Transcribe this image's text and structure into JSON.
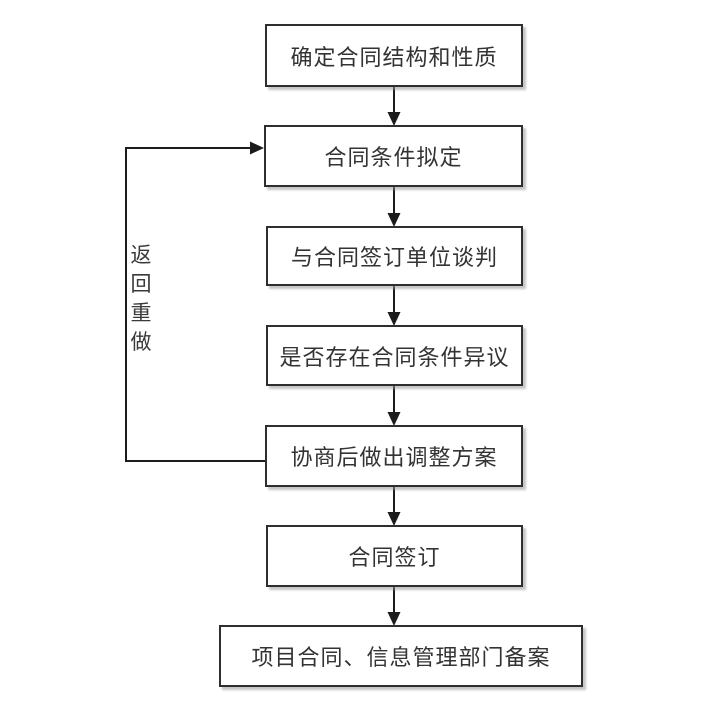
{
  "page": {
    "background": "#ffffff",
    "type": "flowchart"
  },
  "colors": {
    "box_fill": "#ffffff",
    "box_border": "#2e2e2e",
    "box_shadow": "#969696",
    "connector": "#1c1c1c",
    "text": "#333333"
  },
  "flowchart": {
    "nodes": [
      {
        "id": "node-1",
        "label": "确定合同结构和性质"
      },
      {
        "id": "node-2",
        "label": "合同条件拟定"
      },
      {
        "id": "node-3",
        "label": "与合同签订单位谈判"
      },
      {
        "id": "node-4",
        "label": "是否存在合同条件异议"
      },
      {
        "id": "node-5",
        "label": "协商后做出调整方案"
      },
      {
        "id": "node-6",
        "label": "合同签订"
      },
      {
        "id": "node-7",
        "label": "项目合同、信息管理部门备案"
      }
    ],
    "edges": [
      {
        "from": "node-1",
        "to": "node-2",
        "type": "arrow-down"
      },
      {
        "from": "node-2",
        "to": "node-3",
        "type": "arrow-down"
      },
      {
        "from": "node-3",
        "to": "node-4",
        "type": "arrow-down"
      },
      {
        "from": "node-4",
        "to": "node-5",
        "type": "arrow-down"
      },
      {
        "from": "node-5",
        "to": "node-6",
        "type": "arrow-down"
      },
      {
        "from": "node-6",
        "to": "node-7",
        "type": "arrow-down"
      },
      {
        "from": "node-5",
        "to": "node-2",
        "type": "feedback-loop-left",
        "label": "返回重做"
      }
    ],
    "loop_label": "返回重做"
  }
}
